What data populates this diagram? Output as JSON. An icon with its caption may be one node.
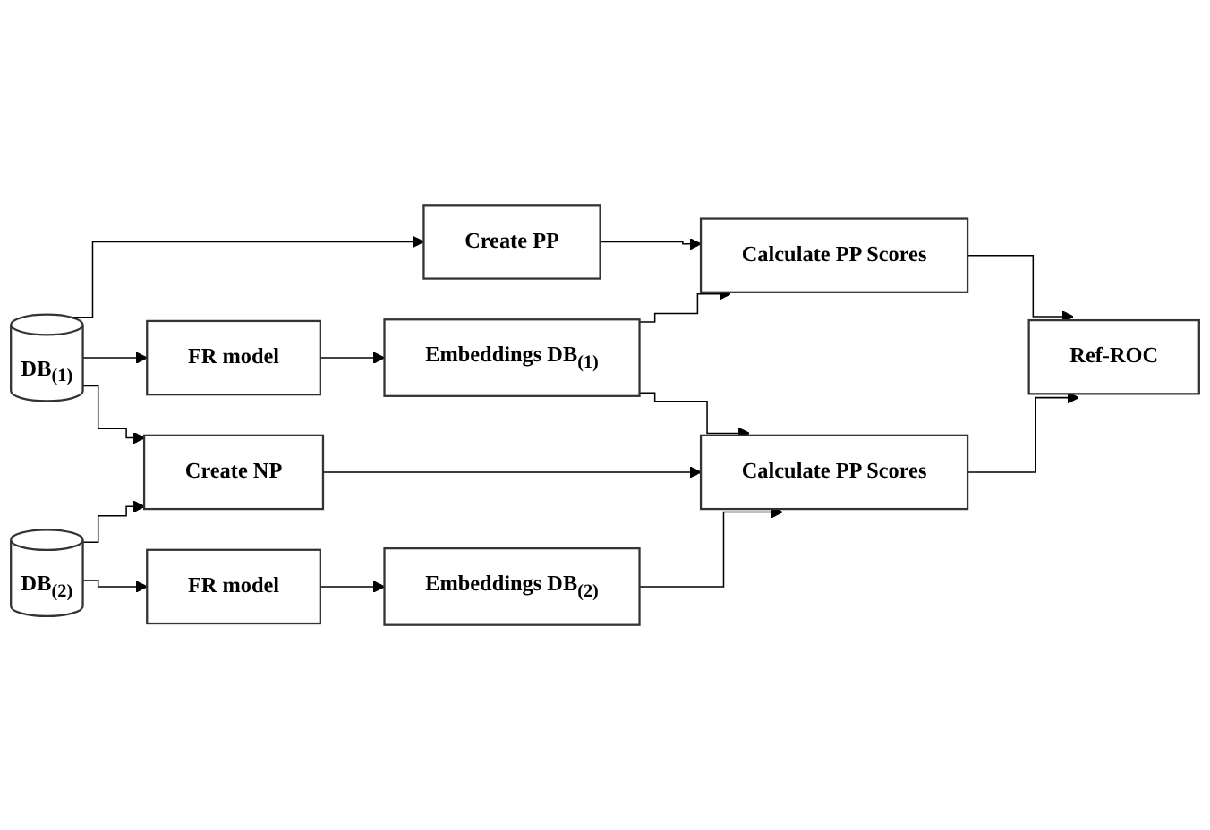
{
  "diagram": {
    "nodes": [
      {
        "text": [
          "Create PP"
        ]
      },
      {
        "text": [
          "DB$_{(1)}$"
        ]
      },
      {
        "text": [
          "Calculate PP Scores"
        ]
      },
      {
        "text": [
          "FR model"
        ]
      },
      {
        "text": [
          "Embeddings DB$_{(1)}$"
        ]
      },
      {
        "text": [
          "Ref-ROC"
        ]
      },
      {
        "text": [
          "Create NP"
        ]
      },
      {
        "text": [
          "Calculate PP Scores"
        ]
      },
      {
        "text": [
          "DB$_{(2)}$"
        ]
      },
      {
        "text": [
          "FR model"
        ]
      },
      {
        "text": [
          "Embeddings DB$_{(2)}$"
        ]
      }
    ],
    "edges": [
      {
        "from": 1,
        "to": 0,
        "arrow": "to"
      },
      {
        "from": 1,
        "to": 3,
        "arrow": "to"
      },
      {
        "from": 1,
        "to": 6,
        "arrow": "to"
      },
      {
        "from": 0,
        "to": 2,
        "arrow": "to"
      },
      {
        "from": 3,
        "to": 4,
        "arrow": "to"
      },
      {
        "from": 4,
        "to": 2,
        "arrow": "to"
      },
      {
        "from": 4,
        "to": 7,
        "arrow": "to"
      },
      {
        "from": 2,
        "to": 5,
        "arrow": "to"
      },
      {
        "from": 6,
        "to": 7,
        "arrow": "to"
      },
      {
        "from": 7,
        "to": 5,
        "arrow": "to"
      },
      {
        "from": 8,
        "to": 6,
        "arrow": "to"
      },
      {
        "from": 8,
        "to": 9,
        "arrow": "to"
      },
      {
        "from": 9,
        "to": 10,
        "arrow": "to"
      },
      {
        "from": 10,
        "to": 7,
        "arrow": "to"
      }
    ]
  }
}
